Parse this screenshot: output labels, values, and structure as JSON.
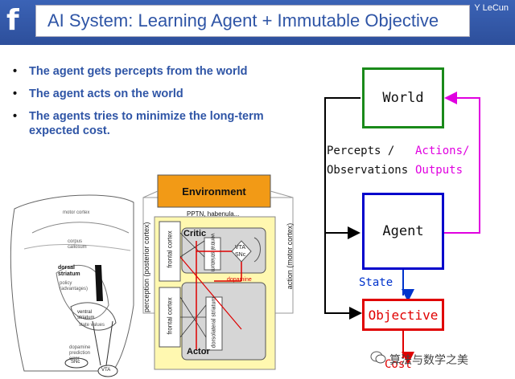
{
  "header": {
    "logo_letter": "f",
    "title": "AI System: Learning Agent + Immutable Objective",
    "author": "Y LeCun"
  },
  "bullets": [
    "The agent gets percepts from the world",
    "The agent acts on the world",
    "The agents tries to minimize the long-term expected cost."
  ],
  "brain_diagram": {
    "environment": "Environment",
    "pptn": "PPTN, habenula...",
    "critic": "Critic",
    "actor": "Actor",
    "perception": "perception (posterior cortex)",
    "action": "action (motor cortex)",
    "frontal_cortex_1": "frontal cortex",
    "frontal_cortex_2": "frontal cortex",
    "ventral_striatum": "ventral striatum",
    "dorsolateral_striatum": "dorsolateral striatum",
    "vta_snc": "VTA SNc",
    "dopamine": "dopamine"
  },
  "brain_section": {
    "motor_cortex": "motor cortex",
    "corpus_callosum": "corpus callosum",
    "dorsal_striatum": "dorsal striatum",
    "policy": "policy (advantages)",
    "ventral_striatum": "ventral striatum",
    "state_values": "state values",
    "dopamine_error": "dopamine prediction error",
    "snc": "SNc",
    "vta": "VTA"
  },
  "flow": {
    "world": "World",
    "agent": "Agent",
    "objective": "Objective",
    "percepts": "Percepts /",
    "observations": "Observations",
    "actions": "Actions/",
    "outputs": "Outputs",
    "state": "State",
    "cost": "Cost"
  },
  "colors": {
    "header_blue": "#2d4f9b",
    "title_blue": "#2f55a6",
    "world_border": "#1a8a1a",
    "agent_border": "#0000cc",
    "objective_border": "#e00000",
    "actions_magenta": "#e000e0",
    "environment_orange": "#f29a16",
    "critic_actor_yellow": "#f6f3a8"
  },
  "watermark": "算法与数学之美"
}
